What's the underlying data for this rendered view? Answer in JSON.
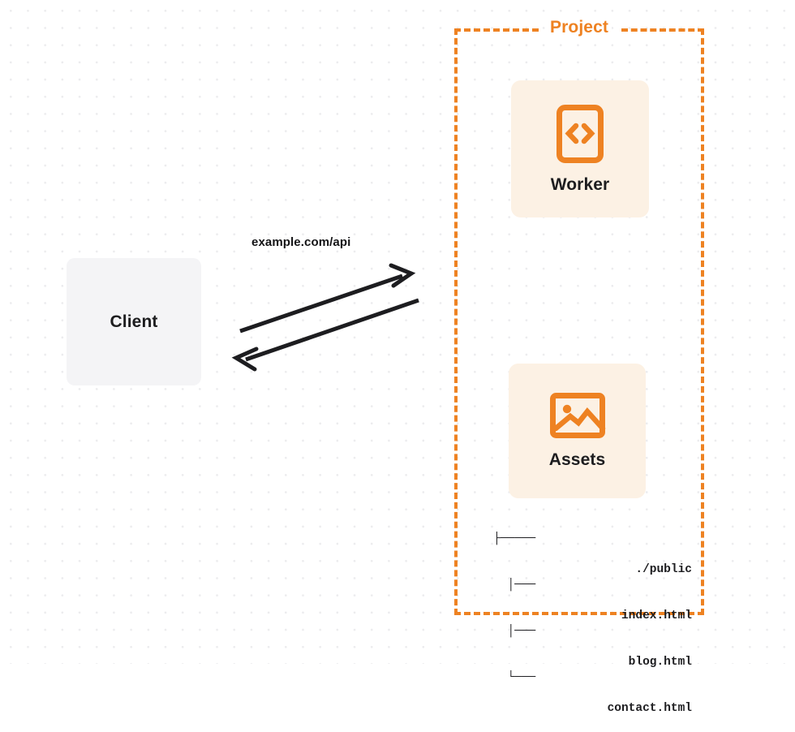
{
  "colors": {
    "accent_orange": "#ee8222",
    "card_background": "#fcf1e4",
    "client_background": "#f4f4f6",
    "text_dark": "#1d1d1f",
    "canvas_background": "#ffffff",
    "grid_dot": "#ececee"
  },
  "client": {
    "label": "Client",
    "icon": "none"
  },
  "connection": {
    "label": "example.com/api",
    "request_direction": "client-to-project",
    "response_direction": "project-to-client",
    "stroke_color": "#1d1d20"
  },
  "project": {
    "title": "Project",
    "border_style": "dashed",
    "border_color": "#ee8222",
    "resources": [
      {
        "label": "Worker",
        "icon": "code-brackets-icon"
      },
      {
        "label": "Assets",
        "icon": "image-icon"
      }
    ],
    "asset_tree": {
      "root": "./public",
      "files": [
        "index.html",
        "blog.html",
        "contact.html"
      ]
    }
  }
}
